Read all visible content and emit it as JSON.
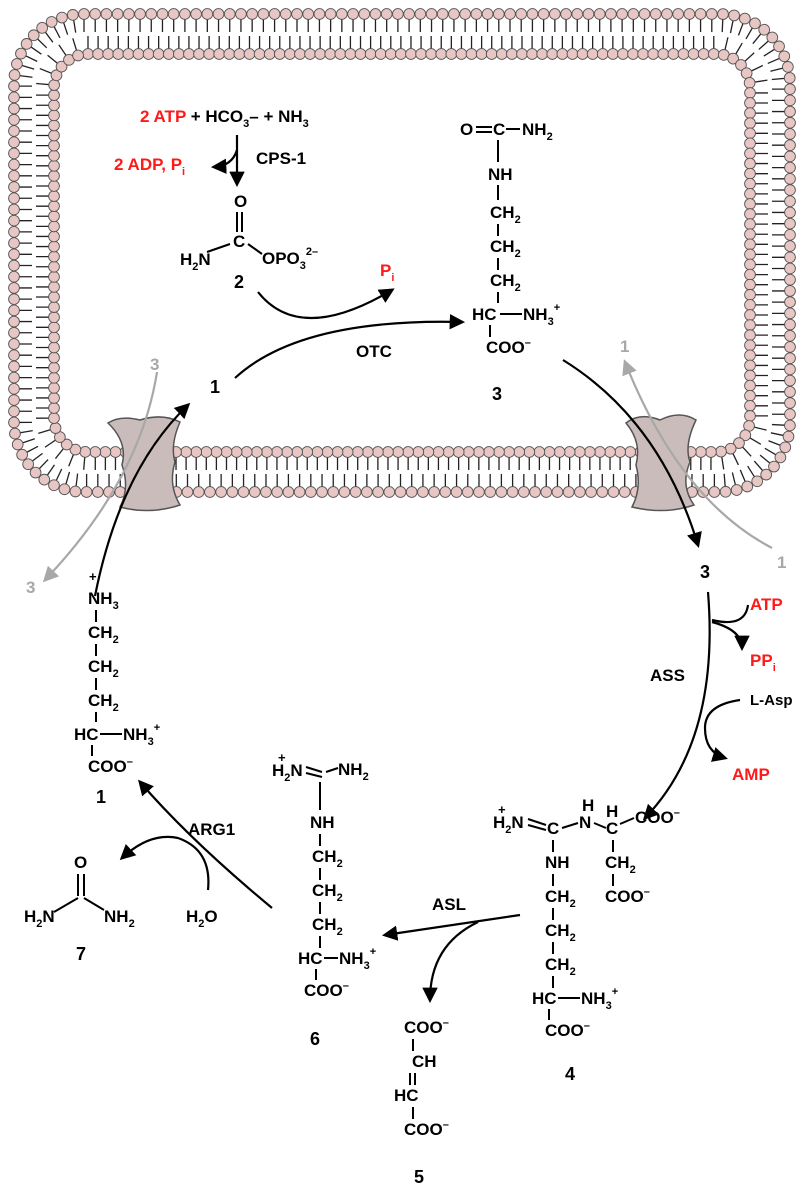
{
  "colors": {
    "cofactor": "#ff1a1a",
    "transport": "#a8a8a8",
    "head": "#e8c6c4",
    "transporter": "#c9bcba"
  },
  "top": {
    "atp": "2 ATP",
    "rest1": " + HCO",
    "rest2": "3",
    "rest3": "– + NH",
    "rest4": "3",
    "adp": "2 ADP, P",
    "adp_sub": "i",
    "enzyme": "CPS-1",
    "cp_o": "O",
    "cp_h2n": "H",
    "cp_h2n_sub": "2",
    "cp_n": "N",
    "cp_c": "C",
    "cp_opo": "OPO",
    "cp_opo_sub": "3",
    "cp_opo_sup": "2–",
    "cp_num": "2",
    "pi": "P",
    "pi_sub": "i",
    "otc": "OTC",
    "orn_in": "1",
    "cit_in": "3"
  },
  "citrulline_in": {
    "o": "O",
    "c": "C",
    "nh2": "NH",
    "nh2_sub": "2",
    "nh": "NH",
    "ch2": "CH",
    "ch2_sub": "2",
    "hc": "HC",
    "nh3": "NH",
    "nh3_sub": "3",
    "nh3_sup": "+",
    "coo": "COO",
    "coo_sup": "–"
  },
  "transport": {
    "left_top": "3",
    "left_bottom": "3",
    "right_top": "1",
    "right_bottom": "1",
    "cit_out": "3"
  },
  "ass": {
    "atp": "ATP",
    "ppi": "PP",
    "ppi_sub": "i",
    "enzyme": "ASS",
    "asp": "L-Asp",
    "amp": "AMP"
  },
  "ornithine": {
    "nh3": "NH",
    "nh3_sub": "3",
    "plus": "+",
    "ch2": "CH",
    "ch2_sub": "2",
    "hc": "HC",
    "nh3b": "NH",
    "nh3b_sub": "3",
    "nh3b_sup": "+",
    "coo": "COO",
    "coo_sup": "–",
    "num": "1"
  },
  "argsucc": {
    "h2n": "H",
    "h2n_sub": "2",
    "n": "N",
    "plus": "+",
    "c": "C",
    "nh": "N",
    "h": "H",
    "ch": "C",
    "ch_h": "H",
    "coo": "COO",
    "coo_sup": "–",
    "ch2": "CH",
    "ch2_sub": "2",
    "coo2": "COO",
    "coo2_sup": "–",
    "nh_chain": "NH",
    "hc": "HC",
    "nh3": "NH",
    "nh3_sub": "3",
    "nh3_sup": "+",
    "coo3": "COO",
    "coo3_sup": "–",
    "num": "4"
  },
  "asl": {
    "enzyme": "ASL"
  },
  "fumarate": {
    "coo": "COO",
    "coo_sup": "–",
    "ch": "CH",
    "hc": "HC",
    "num": "5"
  },
  "arginine": {
    "h2n": "H",
    "h2n_sub": "2",
    "n": "N",
    "plus": "+",
    "nh2": "NH",
    "nh2_sub": "2",
    "nh": "NH",
    "ch2": "CH",
    "ch2_sub": "2",
    "hc": "HC",
    "nh3": "NH",
    "nh3_sub": "3",
    "nh3_sup": "+",
    "coo": "COO",
    "coo_sup": "–",
    "num": "6"
  },
  "arg1": {
    "enzyme": "ARG1",
    "h2o": "H",
    "h2o_sub": "2",
    "h2o_o": "O"
  },
  "urea": {
    "o": "O",
    "h2n": "H",
    "h2n_sub": "2",
    "n": "N",
    "nh2": "NH",
    "nh2_sub": "2",
    "num": "7"
  }
}
